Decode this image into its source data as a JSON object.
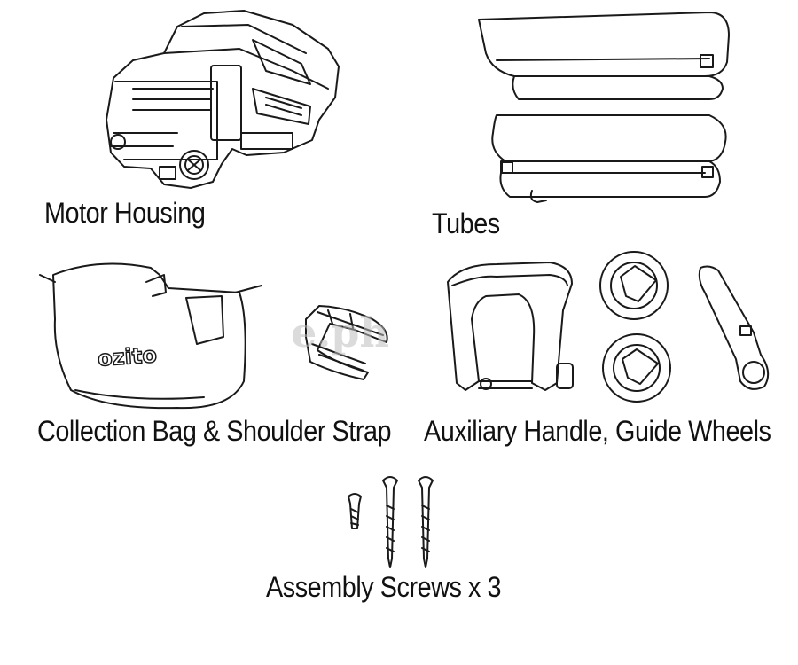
{
  "parts": [
    {
      "key": "motor",
      "caption": "Motor Housing",
      "icon": "motor-housing-icon"
    },
    {
      "key": "tubes",
      "caption": "Tubes",
      "icon": "tubes-icon"
    },
    {
      "key": "bag",
      "caption": "Collection Bag & Shoulder Strap",
      "icon": "collection-bag-icon"
    },
    {
      "key": "handle",
      "caption": "Auxiliary Handle, Guide Wheels",
      "icon": "auxiliary-handle-icon"
    },
    {
      "key": "screws",
      "caption": "Assembly Screws x 3",
      "icon": "screw-icon"
    }
  ],
  "bag_logo": "ozito",
  "watermark": "e.ph",
  "colors": {
    "line": "#1a1a1a",
    "background": "#ffffff",
    "watermark": "#bdbdbd"
  }
}
